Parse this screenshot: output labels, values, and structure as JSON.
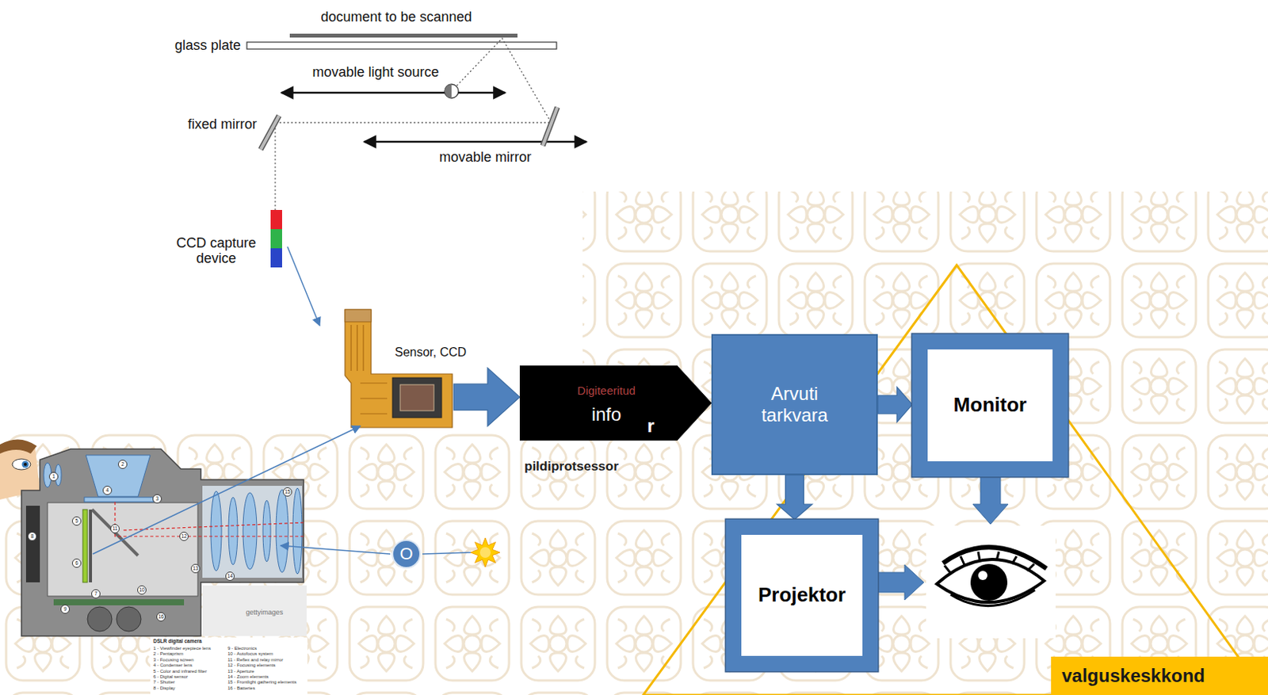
{
  "diagram": {
    "nodes": [
      {
        "text": [
          "Sensor, CCD"
        ]
      },
      {
        "text": [
          "Digiteeritud",
          "info",
          "pildiprotsessor"
        ]
      },
      {
        "text": [
          "Arvuti tarkvara"
        ]
      },
      {
        "text": [
          "Monitor"
        ]
      },
      {
        "text": [
          "Projektor"
        ]
      },
      {
        "text": [
          "O"
        ]
      },
      {
        "text": [
          "valguskeskkond"
        ]
      }
    ],
    "edges": [
      {
        "from": 0,
        "to": 1,
        "arrow": "to"
      },
      {
        "from": 2,
        "to": 3,
        "arrow": "to"
      },
      {
        "from": 2,
        "to": 4,
        "arrow": "to"
      }
    ],
    "labels": [
      "document to be scanned",
      "glass plate",
      "movable light source",
      "fixed mirror",
      "movable mirror",
      "CCD capture device",
      "r",
      "DSLR digital camera",
      "1 - Viewfinder eyepiece lens",
      "2 - Pentaprism",
      "3 - Focusing screen",
      "4 - Condenser lens",
      "5 - Color and infrared filter",
      "6 - Digital sensor",
      "7 - Shutter",
      "8 - Display",
      "9 - Electronics",
      "10 - Autofocus system",
      "11 - Reflex and relay mirror",
      "12 - Focusing elements",
      "13 - Aperture",
      "14 - Zoom elements",
      "15 - Frontlight gathering elements",
      "16 - Batteries",
      "gettyimages",
      "1",
      "2",
      "3",
      "4",
      "5",
      "6",
      "7",
      "8",
      "9",
      "10",
      "11",
      "12",
      "13",
      "14",
      "15",
      "16"
    ]
  }
}
